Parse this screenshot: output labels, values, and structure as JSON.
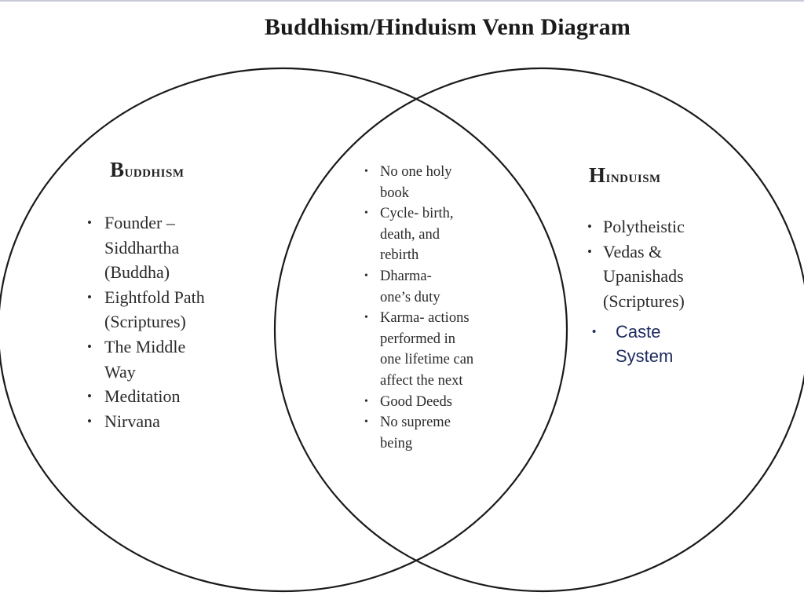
{
  "title": "Buddhism/Hinduism Venn Diagram",
  "colors": {
    "line": "#1a1a1a",
    "text": "#2a2a2a",
    "added_text": "#1c2a5e",
    "top_rule": "#c9c9dc"
  },
  "left_set": {
    "heading": "Buddhism",
    "items": [
      "Founder – Siddhartha (Buddha)",
      "Eightfold Path (Scriptures)",
      "The Middle Way",
      "Meditation",
      "Nirvana"
    ]
  },
  "intersection": {
    "items": [
      "No one holy book",
      "Cycle- birth, death, and rebirth",
      "Dharma- one’s duty",
      "Karma- actions performed in one lifetime can affect the next",
      "Good Deeds",
      "No supreme being"
    ]
  },
  "right_set": {
    "heading": "Hinduism",
    "items": [
      "Polytheistic",
      "Vedas & Upanishads (Scriptures)"
    ],
    "added_items": [
      "Caste System"
    ]
  }
}
